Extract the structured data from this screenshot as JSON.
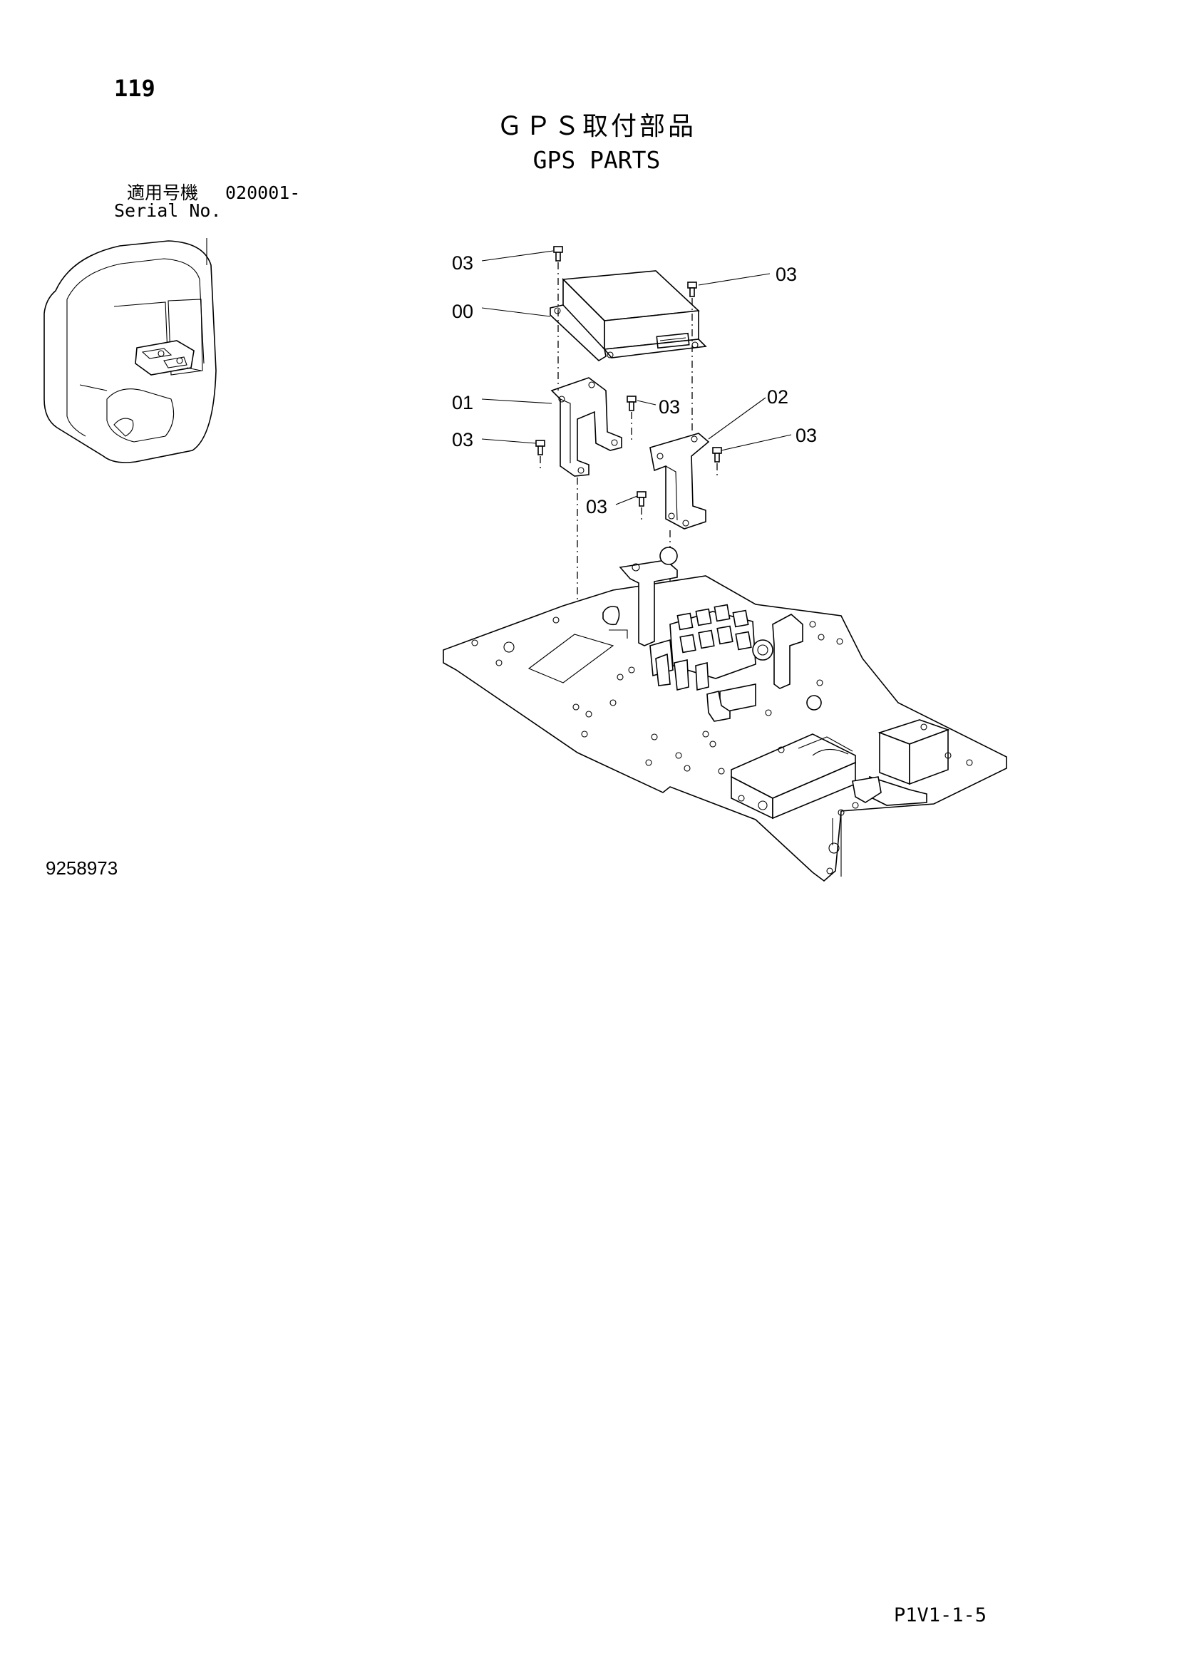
{
  "header": {
    "page_number": "119",
    "title_jp": "ＧＰＳ取付部品",
    "title_en": "GPS PARTS",
    "serial_label_jp": "適用号機",
    "serial_range": "020001-",
    "serial_label_en": "Serial No."
  },
  "callouts": [
    {
      "id": "callout-03-top-left",
      "label": "03"
    },
    {
      "id": "callout-03-top-right",
      "label": "03"
    },
    {
      "id": "callout-00",
      "label": "00"
    },
    {
      "id": "callout-01",
      "label": "01"
    },
    {
      "id": "callout-03-mid-center",
      "label": "03"
    },
    {
      "id": "callout-02",
      "label": "02"
    },
    {
      "id": "callout-03-mid-left",
      "label": "03"
    },
    {
      "id": "callout-03-mid-right",
      "label": "03"
    },
    {
      "id": "callout-03-lower",
      "label": "03"
    }
  ],
  "footer": {
    "drawing_number": "9258973",
    "page_code": "P1V1-1-5"
  }
}
